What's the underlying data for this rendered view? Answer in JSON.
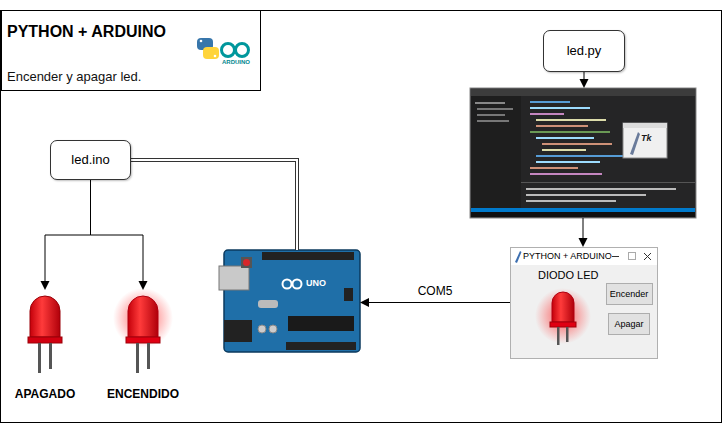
{
  "diagram": {
    "nodes": [
      {
        "text": [
          "PYTHON + ARDUINO",
          "Encender y apagar led."
        ]
      },
      {
        "text": [
          "led.ino"
        ]
      },
      {
        "text": [
          "APAGADO"
        ]
      },
      {
        "text": [
          "ENCENDIDO"
        ]
      },
      {
        "text": [
          "UNO"
        ]
      },
      {
        "text": [
          "led.py"
        ]
      },
      {
        "text": [
          "Tk"
        ]
      },
      {
        "text": [
          "PYTHON + ARDUINO",
          "DIODO LED"
        ]
      },
      {
        "text": [
          "Encender"
        ],
        "in": 7
      },
      {
        "text": [
          "Apagar"
        ],
        "in": 7
      }
    ],
    "edges": [
      {
        "from": 1,
        "to": 2,
        "arrow": "to"
      },
      {
        "from": 1,
        "to": 3,
        "arrow": "to"
      },
      {
        "from": 1,
        "to": 4,
        "arrow": "none"
      },
      {
        "from": 5,
        "to": 6,
        "arrow": "to"
      },
      {
        "from": 6,
        "to": 7,
        "arrow": "to"
      },
      {
        "from": 7,
        "to": 4,
        "label": "COM5",
        "arrow": "to"
      }
    ],
    "labels": [
      "ARDUINO"
    ]
  }
}
